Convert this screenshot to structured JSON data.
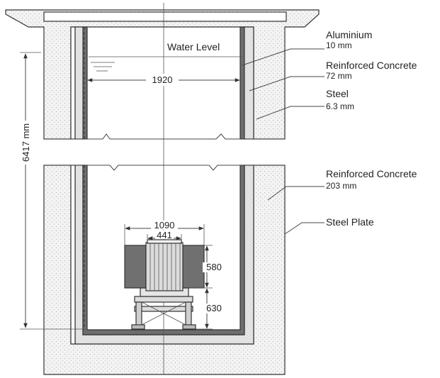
{
  "labels": {
    "water_level": "Water Level",
    "aluminium": "Aluminium",
    "aluminium_thk": "10 mm",
    "rc_upper": "Reinforced Concrete",
    "rc_upper_thk": "72 mm",
    "steel": "Steel",
    "steel_thk": "6.3 mm",
    "rc_lower": "Reinforced Concrete",
    "rc_lower_thk": "203 mm",
    "steel_plate": "Steel Plate"
  },
  "dimensions": {
    "inner_width": "1920",
    "total_height": "6417 mm",
    "assembly_width": "1090",
    "core_width": "441",
    "upper_height": "580",
    "lower_height": "630"
  },
  "colors": {
    "concrete_fill": "#f2f2f2",
    "concrete_dot": "#9a9a9a",
    "wall_dark": "#6e6e6e",
    "tank_floor": "#7a7a7a",
    "equipment_dark": "#707070",
    "equipment_light": "#dcdcdc"
  }
}
